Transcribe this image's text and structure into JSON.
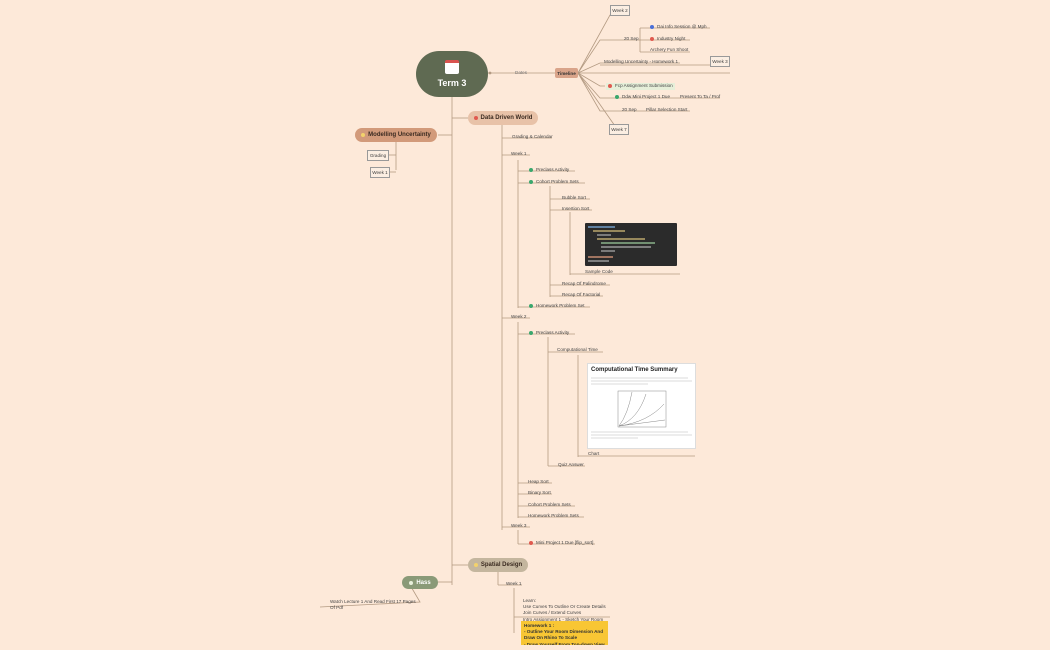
{
  "root": {
    "title": "Term 3",
    "icon": "calendar-icon"
  },
  "connector_label": "Dates",
  "timeline": {
    "label": "Timeline",
    "week2": "Week 2",
    "week3": "Week 3",
    "week7": "Week 7",
    "date_20sep_a": "20 Sep",
    "date_20sep_b": "20 Sep",
    "items": {
      "dai": "Dai Info Session @ Mph",
      "industry": "Industry Night",
      "archery": "Archery Fun Shoot",
      "modelling_hw": "Modelling Uncertainty - Homework 1",
      "fcp": "Fcp Assignment Submission",
      "ddw_mini": "Ddw Mini Project 1 Due",
      "present": "Present To Ta / Prof",
      "pillar": "Pillar Selection Start"
    }
  },
  "modelling": {
    "title": "Modelling Uncertainty",
    "grading": "Grading",
    "week1": "Week 1"
  },
  "ddw": {
    "title": "Data Driven World",
    "grading": "Grading & Calendar",
    "week1": "Week 1",
    "w1": {
      "prec": "Preclass Activity",
      "cohort": "Cohort Problem Sets",
      "bubble": "Bubble Sort",
      "insertion": "Insertion Sort",
      "sample": "Sample Code",
      "palindrome": "Recap Of Palindrome",
      "factorial": "Recap Of Factorial",
      "homework": "Homework Problem Set"
    },
    "week2": "Week 2",
    "w2": {
      "prec": "Preclass Activity",
      "comptime": "Computational Time",
      "card_title": "Computational Time Summary",
      "chart": "Chart",
      "quiz": "Quiz Answer",
      "heap": "Heap Sort",
      "binary": "Binary Sort",
      "cohort": "Cohort Problem Sets",
      "homework": "Homework Problem Sets"
    },
    "week3": "Week 3",
    "mini": "Mini Project 1 Due [flip_sort]"
  },
  "hass": {
    "title": "Hass",
    "note": "Watch Lecture 1 And Read First 17 Pages\nOf Pdf"
  },
  "spatial": {
    "title": "Spatial Design",
    "week1": "Week 1",
    "learn": "Learn:\nUse Curves To Outline Or Create Details\nJoin Curves / Extend Curves\nIntro Assignment 1 - Sketch Your Room",
    "homework": "Homework 1 :\n- Outline Your Room Dimension And\nDraw On Rhino To Scale\n- Draw Yourself From Top-down View"
  }
}
